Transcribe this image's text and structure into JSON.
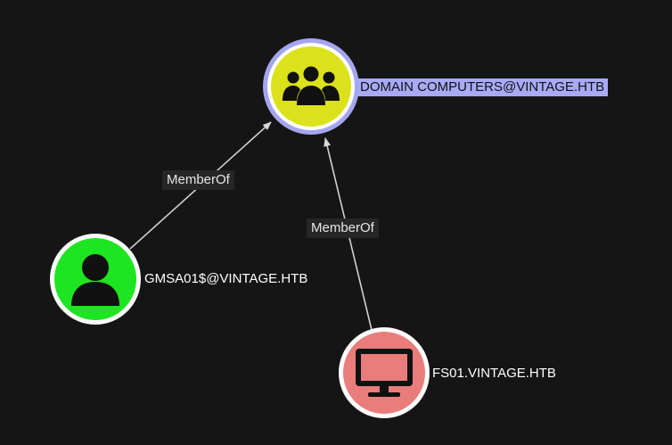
{
  "nodes": [
    {
      "id": "domain-computers",
      "label": "DOMAIN COMPUTERS@VINTAGE.HTB",
      "type": "group",
      "color": "#dbe21b",
      "ring_color": "#a4a6f0",
      "selected": true,
      "icon": "group-icon"
    },
    {
      "id": "gmsa01",
      "label": "GMSA01$@VINTAGE.HTB",
      "type": "user",
      "color": "#1ee521",
      "ring_color": "#ffffff",
      "selected": false,
      "icon": "user-icon"
    },
    {
      "id": "fs01",
      "label": "FS01.VINTAGE.HTB",
      "type": "computer",
      "color": "#e97d7b",
      "ring_color": "#ffffff",
      "selected": false,
      "icon": "computer-icon"
    }
  ],
  "edges": [
    {
      "from": "gmsa01",
      "to": "domain-computers",
      "label": "MemberOf"
    },
    {
      "from": "fs01",
      "to": "domain-computers",
      "label": "MemberOf"
    }
  ],
  "colors": {
    "background": "#151515",
    "edge": "#cfcfcf",
    "edge_label_bg": "#262626"
  }
}
